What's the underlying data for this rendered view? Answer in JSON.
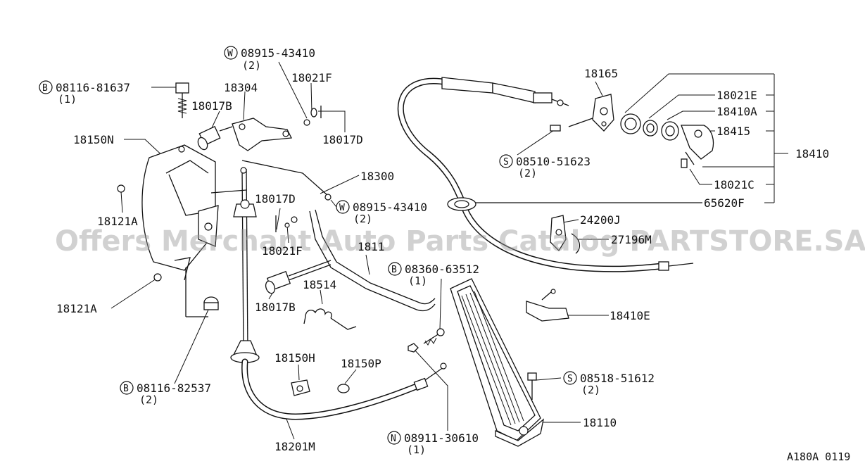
{
  "watermark": "Offers Merchant Auto Parts Catalog PARTSTORE.SA",
  "diagram_code": "A180A 0119",
  "labels": {
    "p18150N": "18150N",
    "p18304": "18304",
    "p18017B_top": "18017B",
    "p18021F_top": "18021F",
    "p18017D_top": "18017D",
    "p18300": "18300",
    "p18017D_mid": "18017D",
    "p18021F_mid": "18021F",
    "p18110_rod": "1811",
    "p18017B_low": "18017B",
    "p18514": "18514",
    "p18121A_left": "18121A",
    "p18121A_low": "18121A",
    "p18150H": "18150H",
    "p18150P": "18150P",
    "p18201M": "18201M",
    "p18165": "18165",
    "p18021E": "18021E",
    "p18410A": "18410A",
    "p18415": "18415",
    "p18410": "18410",
    "p18021C": "18021C",
    "p65620F": "65620F",
    "p24200J": "24200J",
    "p27196M": "27196M",
    "p18410E": "18410E",
    "p18110": "18110"
  },
  "fasteners": {
    "w_top": {
      "prefix": "W",
      "number": "08915-43410",
      "qty": "(2)"
    },
    "b_top": {
      "prefix": "B",
      "number": "08116-81637",
      "qty": "(1)"
    },
    "w_mid": {
      "prefix": "W",
      "number": "08915-43410",
      "qty": "(2)"
    },
    "s_top": {
      "prefix": "S",
      "number": "08510-51623",
      "qty": "(2)"
    },
    "b_mid": {
      "prefix": "B",
      "number": "08360-63512",
      "qty": "(1)"
    },
    "b_low": {
      "prefix": "B",
      "number": "08116-82537",
      "qty": "(2)"
    },
    "s_low": {
      "prefix": "S",
      "number": "08518-51612",
      "qty": "(2)"
    },
    "n_low": {
      "prefix": "N",
      "number": "08911-30610",
      "qty": "(1)"
    }
  }
}
